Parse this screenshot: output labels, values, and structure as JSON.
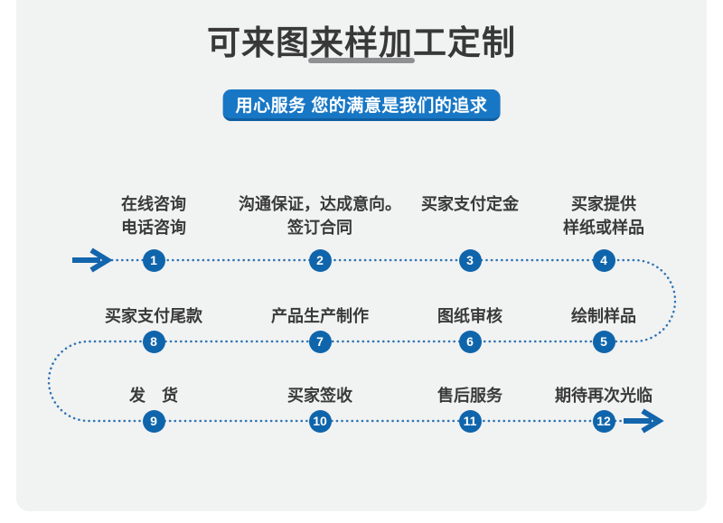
{
  "page": {
    "title": "可来图来样加工定制",
    "slogan": "用心服务 您的满意是我们的追求"
  },
  "colors": {
    "card_background": "#f1f2f2",
    "title_text": "#383838",
    "banner_blue": "#1877c5",
    "banner_shadow_blue": "#0e5ea1",
    "circle_blue": "#0f65ab",
    "dotted_line_blue": "#2e74b5",
    "arrow_blue": "#1365ac",
    "underline_gray": "#8f9091"
  },
  "flow": {
    "steps": [
      {
        "num": "1",
        "label": "在线咨询\n电话咨询"
      },
      {
        "num": "2",
        "label": "沟通保证，达成意向。\n签订合同"
      },
      {
        "num": "3",
        "label": "买家支付定金"
      },
      {
        "num": "4",
        "label": "买家提供\n样纸或样品"
      },
      {
        "num": "5",
        "label": "绘制样品"
      },
      {
        "num": "6",
        "label": "图纸审核"
      },
      {
        "num": "7",
        "label": "产品生产制作"
      },
      {
        "num": "8",
        "label": "买家支付尾款"
      },
      {
        "num": "9",
        "label": "发　货"
      },
      {
        "num": "10",
        "label": "买家签收"
      },
      {
        "num": "11",
        "label": "售后服务"
      },
      {
        "num": "12",
        "label": "期待再次光临"
      }
    ]
  }
}
